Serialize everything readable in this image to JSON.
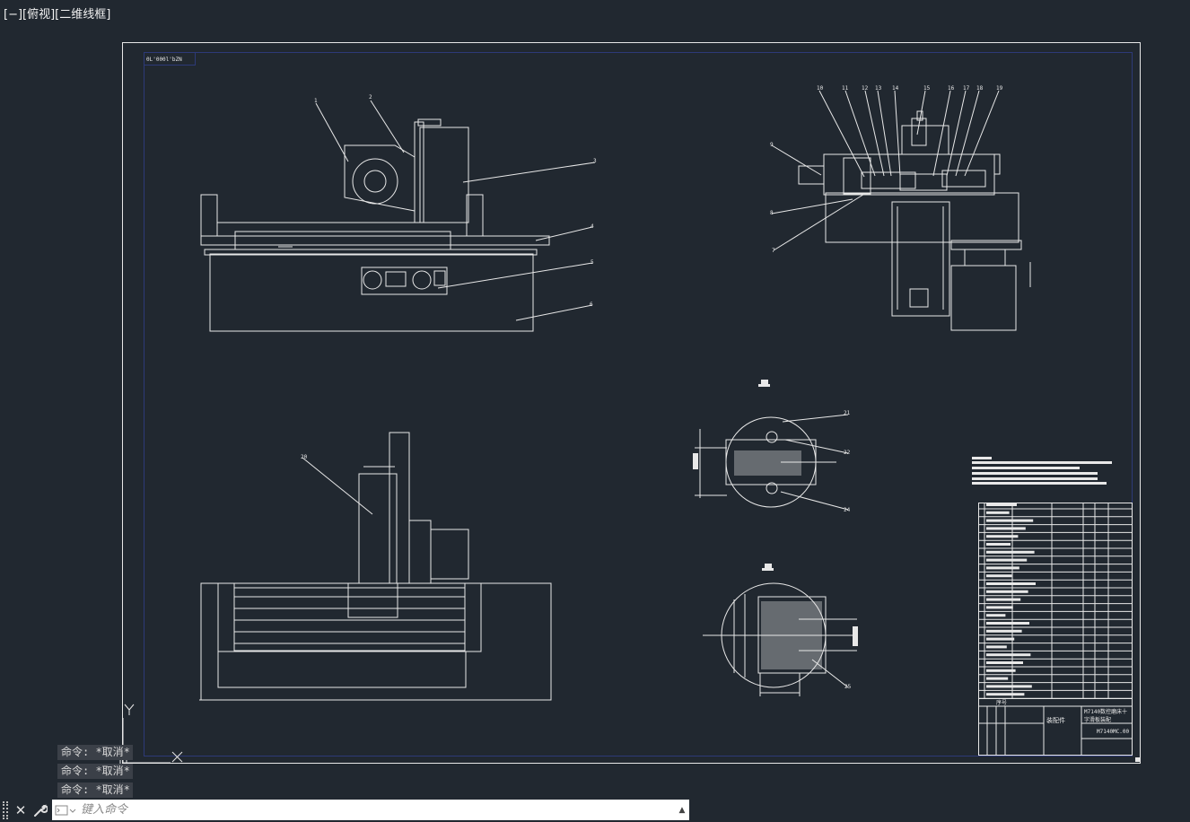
{
  "viewport": {
    "label": "[−][俯视][二维线框]"
  },
  "sheet": {
    "corner_stamp": "0L'000l'bZN",
    "part_numbers": [
      "1",
      "2",
      "3",
      "4",
      "5",
      "6",
      "7",
      "8",
      "9",
      "10",
      "11",
      "12",
      "13",
      "14",
      "15",
      "16",
      "17",
      "18",
      "19",
      "20",
      "21",
      "22",
      "24",
      "25"
    ],
    "title_block": {
      "row_label": "序号",
      "name_line1": "M7140数控磨床十",
      "name_line2": "字滑板装配",
      "drawing_no": "M7140MC.00",
      "type": "装配件"
    }
  },
  "ucs": {
    "y_label": "Y",
    "x_label": "X"
  },
  "command_history": [
    "命令: *取消*",
    "命令: *取消*",
    "命令: *取消*"
  ],
  "command_input": {
    "placeholder": "键入命令"
  },
  "icons": {
    "close": "close-icon",
    "customize": "wrench-icon",
    "prompt": "command-prompt-icon",
    "recent": "arrow-up-icon"
  },
  "colors": {
    "background": "#212830",
    "lines": "#ffffff",
    "frame_blue": "#2a3466"
  }
}
